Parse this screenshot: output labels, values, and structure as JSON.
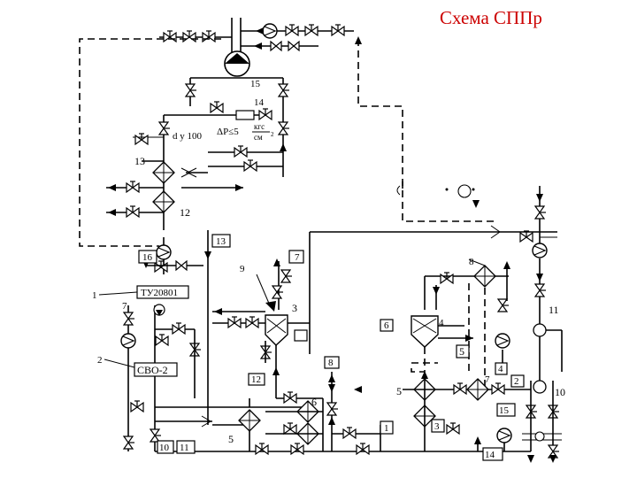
{
  "title": "Схема СППр",
  "labels": {
    "n1": "1",
    "n2": "2",
    "n3": "3",
    "n4": "4",
    "n5": "5",
    "n5b": "5",
    "n5c": "5",
    "n6": "6",
    "n6b": "6",
    "n6c": "6",
    "n7": "7",
    "n7b": "7",
    "n8": "8",
    "n8b": "8",
    "n9": "9",
    "n10": "10",
    "n10b": "10",
    "n11": "11",
    "n11b": "11",
    "n12": "12",
    "n12b": "12",
    "n13": "13",
    "n13b": "13",
    "n14": "14",
    "n14b": "14",
    "n15": "15",
    "n15b": "15",
    "n16": "16",
    "n4b": "4",
    "n2b": "2",
    "n1b": "1",
    "n3b": "3",
    "dy": "d у 100",
    "dp": "ΔP≤5",
    "unit_top": "кгс",
    "unit_bot": "см",
    "unit_exp": "2",
    "ty": "ТУ20801",
    "cbo": "СВО-2"
  }
}
